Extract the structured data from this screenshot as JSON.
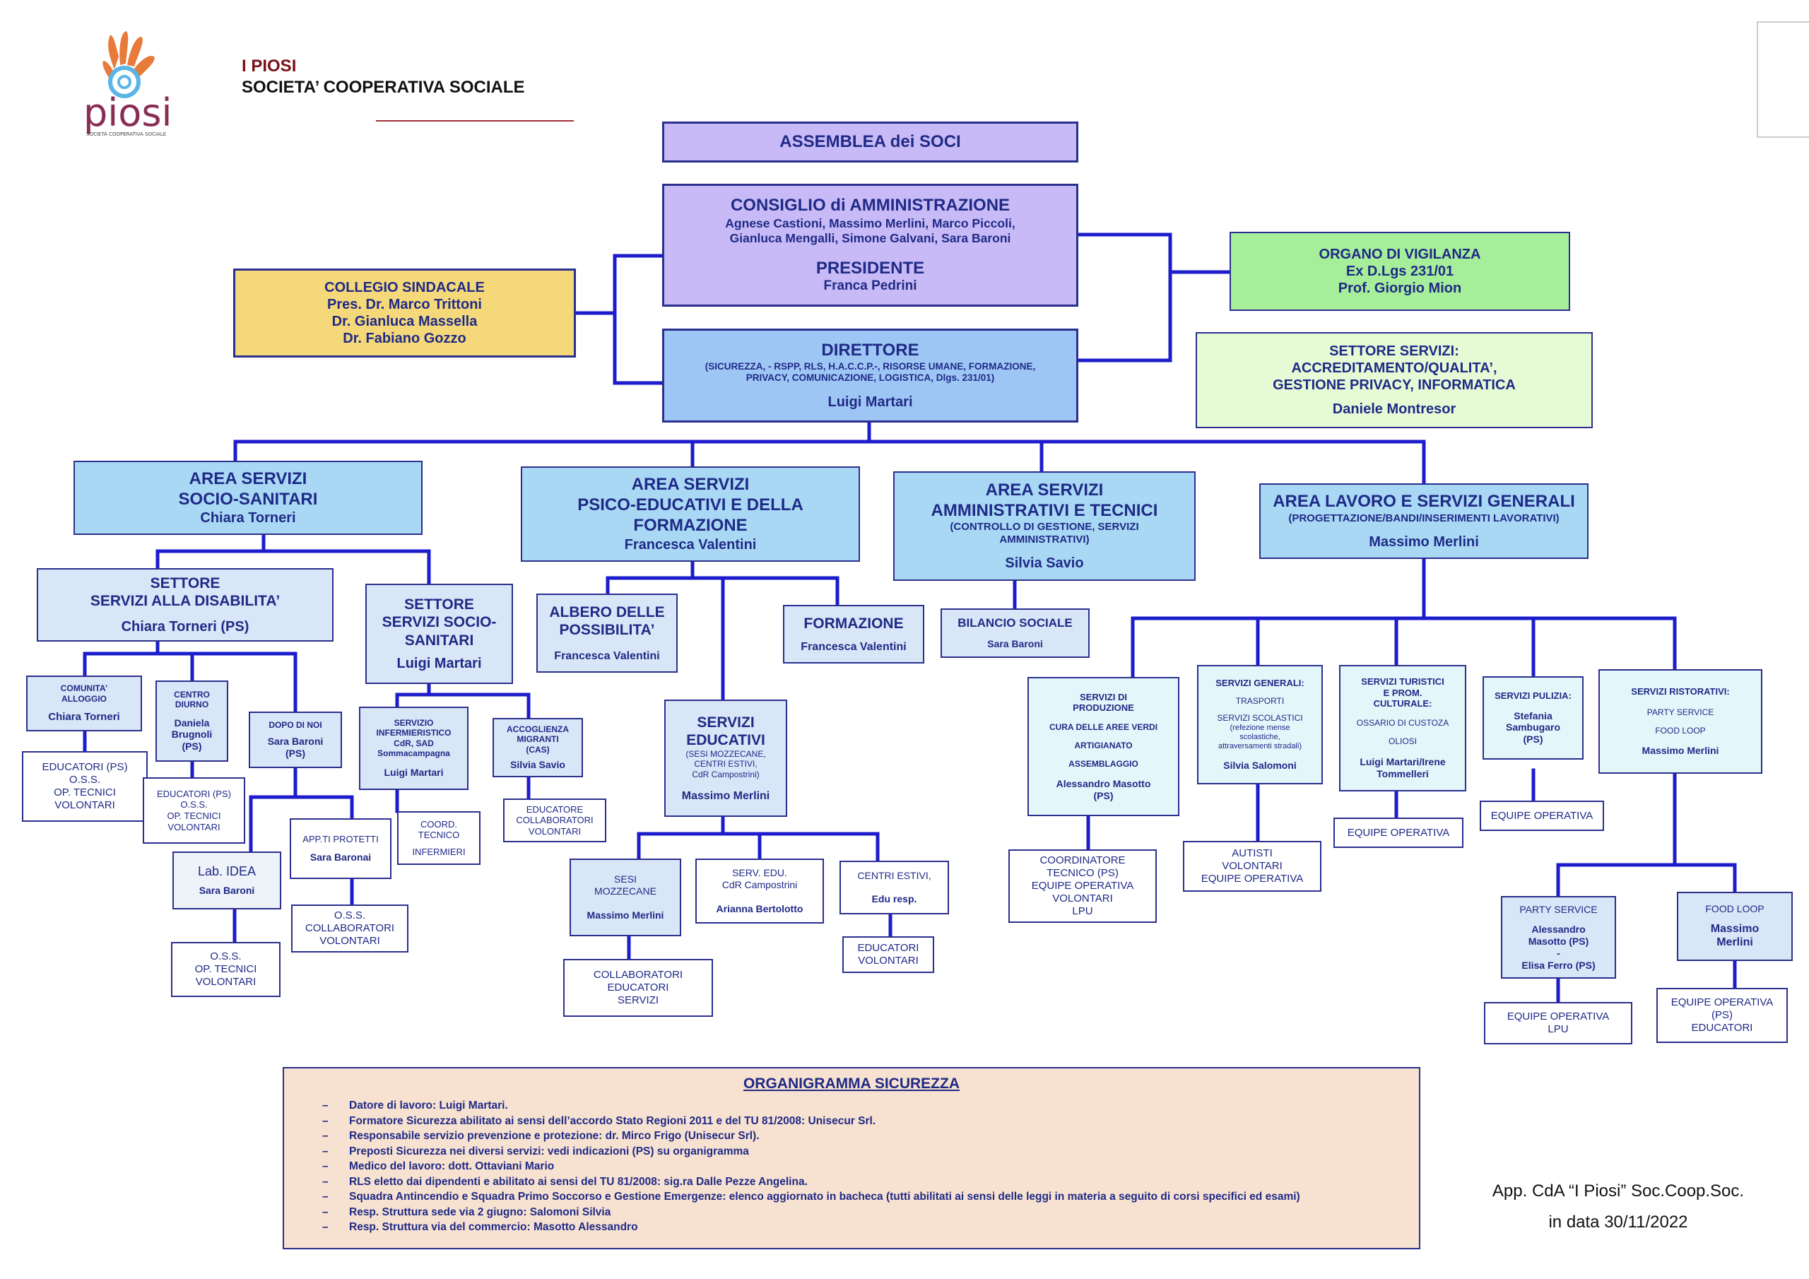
{
  "header": {
    "org_name": "I PIOSI",
    "org_type": "SOCIETA’ COOPERATIVA SOCIALE",
    "logo_text": "piosi",
    "logo_subtext": "SOCIETÀ COOPERATIVA SOCIALE"
  },
  "colors": {
    "navy": "#2b2f8e",
    "lavender": "#c8baf7",
    "sand": "#f5d87a",
    "green": "#a6ee9a",
    "pale_green": "#e6fbd5",
    "sky": "#9ec6f5",
    "light_blue": "#a9d8f5",
    "pale_blue": "#d9e6f7",
    "peach": "#f7e1d0",
    "brand_red": "#7a1216"
  },
  "assemblea": "ASSEMBLEA dei SOCI",
  "consiglio": {
    "title": "CONSIGLIO di AMMINISTRAZIONE",
    "members_1": "Agnese Castioni, Massimo Merlini, Marco Piccoli,",
    "members_2": "Gianluca Mengalli, Simone Galvani, Sara Baroni",
    "president_title": "PRESIDENTE",
    "president": "Franca Pedrini"
  },
  "collegio": {
    "title": "COLLEGIO SINDACALE",
    "line1": "Pres. Dr. Marco Trittoni",
    "line2": "Dr. Gianluca Massella",
    "line3": "Dr. Fabiano Gozzo"
  },
  "organo": {
    "title": "ORGANO DI VIGILANZA",
    "line1": "Ex D.Lgs 231/01",
    "line2": "Prof. Giorgio Mion"
  },
  "direttore": {
    "title": "DIRETTORE",
    "desc_1": "(SICUREZZA, - RSPP, RLS, H.A.C.C.P.-, RISORSE UMANE, FORMAZIONE,",
    "desc_2": "PRIVACY, COMUNICAZIONE, LOGISTICA, Dlgs. 231/01)",
    "name": "Luigi Martari"
  },
  "settore_servizi": {
    "line1": "SETTORE SERVIZI:",
    "line2": "ACCREDITAMENTO/QUALITA’,",
    "line3": "GESTIONE PRIVACY, INFORMATICA",
    "name": "Daniele Montresor"
  },
  "areas": {
    "socio_sanitari": {
      "line1": "AREA SERVIZI",
      "line2": "SOCIO-SANITARI",
      "name": "Chiara Torneri"
    },
    "psico": {
      "line1": "AREA SERVIZI",
      "line2": "PSICO-EDUCATIVI E DELLA",
      "line3": "FORMAZIONE",
      "name": "Francesca Valentini"
    },
    "amministrativi": {
      "line1": "AREA SERVIZI",
      "line2": "AMMINISTRATIVI E TECNICI",
      "desc_1": "(CONTROLLO DI GESTIONE, SERVIZI",
      "desc_2": "AMMINISTRATIVI)",
      "name": "Silvia Savio"
    },
    "lavoro": {
      "line1": "AREA LAVORO E SERVIZI GENERALI",
      "desc": "(PROGETTAZIONE/BANDI/INSERIMENTI LAVORATIVI)",
      "name": "Massimo Merlini"
    }
  },
  "left": {
    "settore_disabilita": {
      "line1": "SETTORE",
      "line2": "SERVIZI ALLA DISABILITA’",
      "name": "Chiara Torneri (PS)"
    },
    "settore_socio": {
      "line1": "SETTORE",
      "line2": "SERVIZI SOCIO-",
      "line3": "SANITARI",
      "name": "Luigi Martari"
    },
    "comunita": {
      "line1": "COMUNITA’",
      "line2": "ALLOGGIO",
      "name": "Chiara Torneri"
    },
    "centro": {
      "line1": "CENTRO",
      "line2": "DIURNO",
      "name1": "Daniela",
      "name2": "Brugnoli",
      "name3": "(PS)"
    },
    "dopo": {
      "title": "DOPO DI NOI",
      "name1": "Sara Baroni",
      "name2": "(PS)"
    },
    "educatori_a": {
      "line1": "EDUCATORI (PS)",
      "line2": "O.S.S.",
      "line3": "OP. TECNICI",
      "line4": "VOLONTARI"
    },
    "educatori_b": {
      "line1": "EDUCATORI (PS)",
      "line2": "O.S.S.",
      "line3": "OP. TECNICI",
      "line4": "VOLONTARI"
    },
    "lab_idea": {
      "title": "Lab. IDEA",
      "name": "Sara Baroni"
    },
    "app_protetti": {
      "title": "APP.TI PROTETTI",
      "name": "Sara Baronai"
    },
    "oss_collab": {
      "line1": "O.S.S.",
      "line2": "COLLABORATORI",
      "line3": "VOLONTARI"
    },
    "oss_tecnici": {
      "line1": "O.S.S.",
      "line2": "OP. TECNICI",
      "line3": "VOLONTARI"
    },
    "infermieristico": {
      "line1": "SERVIZIO",
      "line2": "INFERMIERISTICO",
      "line3": "CdR, SAD",
      "line4": "Sommacampagna",
      "name": "Luigi Martari"
    },
    "accoglienza": {
      "line1": "ACCOGLIENZA",
      "line2": "MIGRANTI",
      "line3": "(CAS)",
      "name": "Silvia Savio"
    },
    "coord_tecnico": {
      "line1": "COORD.",
      "line2": "TECNICO",
      "line3": "INFERMIERI"
    },
    "educatore_collab": {
      "line1": "EDUCATORE",
      "line2": "COLLABORATORI",
      "line3": "VOLONTARI"
    }
  },
  "center": {
    "albero": {
      "line1": "ALBERO DELLE",
      "line2": "POSSIBILITA’",
      "name": "Francesca Valentini"
    },
    "formazione": {
      "title": "FORMAZIONE",
      "name": "Francesca Valentini"
    },
    "educativi": {
      "line1": "SERVIZI",
      "line2": "EDUCATIVI",
      "desc_1": "(SESI MOZZECANE,",
      "desc_2": "CENTRI ESTIVI,",
      "desc_3": "CdR Campostrini)",
      "name": "Massimo Merlini"
    },
    "sesi": {
      "line1": "SESI",
      "line2": "MOZZECANE",
      "name": "Massimo Merlini"
    },
    "serv_edu": {
      "line1": "SERV. EDU.",
      "line2": "CdR Campostrini",
      "name": "Arianna Bertolotto"
    },
    "centri_estivi": {
      "title": "CENTRI ESTIVI,",
      "name": "Edu resp."
    },
    "collab_educ": {
      "line1": "COLLABORATORI",
      "line2": "EDUCATORI",
      "line3": "SERVIZI"
    },
    "educ_vol": {
      "line1": "EDUCATORI",
      "line2": "VOLONTARI"
    },
    "bilancio": {
      "title": "BILANCIO SOCIALE",
      "name": "Sara Baroni"
    }
  },
  "right": {
    "produzione": {
      "line1": "SERVIZI DI",
      "line2": "PRODUZIONE",
      "line3": "CURA DELLE AREE VERDI",
      "line4": "ARTIGIANATO",
      "line5": "ASSEMBLAGGIO",
      "name1": "Alessandro Masotto",
      "name2": "(PS)"
    },
    "generali": {
      "title": "SERVIZI GENERALI:",
      "line1": "TRASPORTI",
      "line2": "SERVIZI SCOLASTICI",
      "line3": "(refezione mense",
      "line4": "scolastiche,",
      "line5": "attraversamenti stradali)",
      "name": "Silvia Salomoni"
    },
    "turistici": {
      "line1": "SERVIZI TURISTICI",
      "line2": "E PROM.",
      "line3": "CULTURALE:",
      "line4": "OSSARIO DI CUSTOZA",
      "line5": "OLIOSI",
      "name1": "Luigi Martari/Irene",
      "name2": "Tommelleri"
    },
    "pulizia": {
      "title": "SERVIZI PULIZIA:",
      "name1": "Stefania",
      "name2": "Sambugaro",
      "name3": "(PS)"
    },
    "ristorativi": {
      "title": "SERVIZI RISTORATIVI:",
      "line1": "PARTY SERVICE",
      "line2": "FOOD LOOP",
      "name": "Massimo Merlini"
    },
    "coordinatore": {
      "line1": "COORDINATORE",
      "line2": "TECNICO (PS)",
      "line3": "EQUIPE OPERATIVA",
      "line4": "VOLONTARI",
      "line5": "LPU"
    },
    "autisti": {
      "line1": "AUTISTI",
      "line2": "VOLONTARI",
      "line3": "EQUIPE OPERATIVA"
    },
    "equipe_tur": "EQUIPE OPERATIVA",
    "equipe_pul": "EQUIPE OPERATIVA",
    "party": {
      "title": "PARTY SERVICE",
      "name1": "Alessandro",
      "name2": "Masotto (PS)",
      "sep": "-",
      "name3": "Elisa Ferro (PS)"
    },
    "food": {
      "title": "FOOD LOOP",
      "name1": "Massimo",
      "name2": "Merlini"
    },
    "equipe_lpu": {
      "line1": "EQUIPE OPERATIVA",
      "line2": "LPU"
    },
    "equipe_educ": {
      "line1": "EQUIPE OPERATIVA",
      "line2": "(PS)",
      "line3": "EDUCATORI"
    }
  },
  "safety": {
    "title": "ORGANIGRAMMA SICUREZZA",
    "items": [
      "Datore di lavoro: Luigi Martari.",
      "Formatore Sicurezza abilitato ai sensi dell’accordo Stato Regioni 2011 e del TU 81/2008: Unisecur Srl.",
      "Responsabile servizio prevenzione e protezione: dr. Mirco Frigo (Unisecur Srl).",
      "Preposti Sicurezza nei diversi servizi: vedi indicazioni (PS) su organigramma",
      "Medico del lavoro: dott. Ottaviani Mario",
      "RLS eletto dai dipendenti e abilitato ai sensi del TU 81/2008: sig.ra Dalle Pezze Angelina.",
      "Squadra Antincendio e Squadra Primo Soccorso e Gestione Emergenze: elenco aggiornato in bacheca (tutti abilitati ai sensi delle leggi in materia a seguito di corsi specifici ed esami)",
      "Resp. Struttura sede via 2 giugno: Salomoni Silvia",
      "Resp. Struttura via del commercio: Masotto Alessandro"
    ]
  },
  "approval": {
    "line1": "App. CdA “I Piosi” Soc.Coop.Soc.",
    "line2": "in data 30/11/2022"
  }
}
